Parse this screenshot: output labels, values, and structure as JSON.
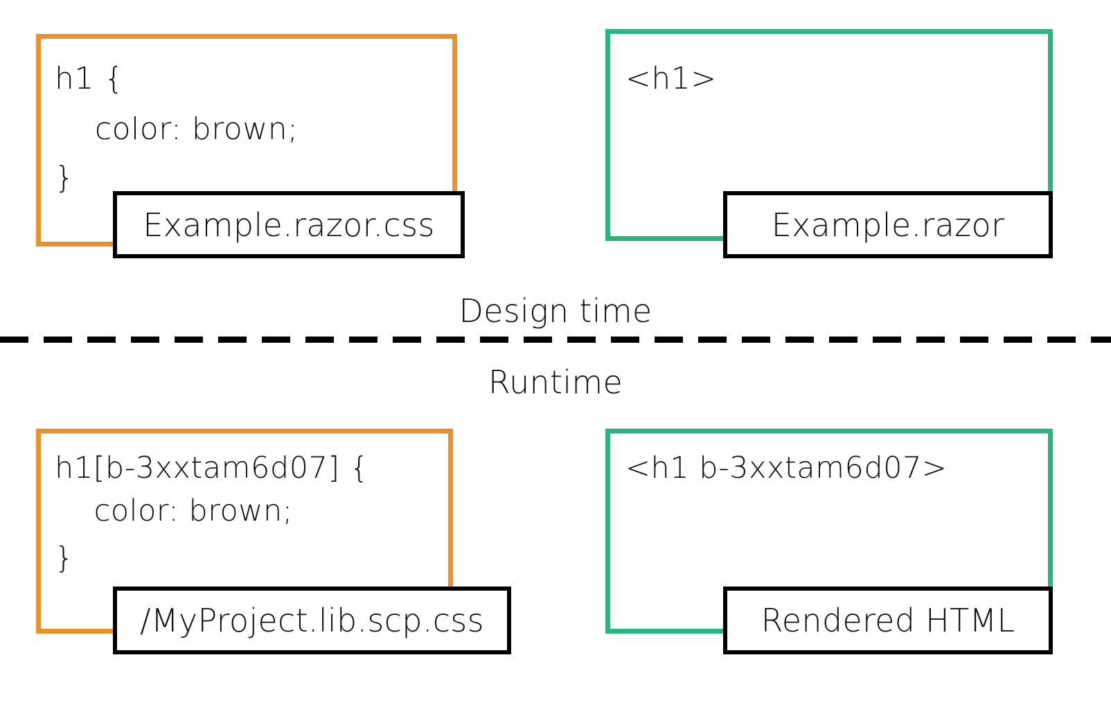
{
  "colors": {
    "css_frame": "#E8912E",
    "markup_frame": "#2DB37C",
    "label_border": "#000000",
    "text": "#111111",
    "background": "#ffffff"
  },
  "phases": {
    "design_time_label": "Design time",
    "runtime_label": "Runtime"
  },
  "design_time": {
    "css": {
      "line1": "h1 {",
      "line2": "    color: brown;",
      "line3": "}",
      "file_label": "Example.razor.css"
    },
    "markup": {
      "line1": "<h1>",
      "file_label": "Example.razor"
    }
  },
  "runtime": {
    "css": {
      "line1": "h1[b-3xxtam6d07] {",
      "line2": "    color: brown;",
      "line3": "}",
      "file_label": "/MyProject.lib.scp.css"
    },
    "markup": {
      "line1": "<h1 b-3xxtam6d07>",
      "file_label": "Rendered HTML"
    }
  }
}
